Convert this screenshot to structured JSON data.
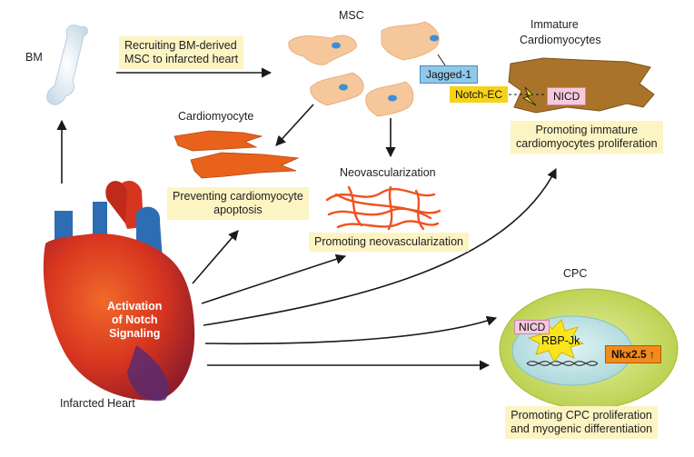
{
  "labels": {
    "bm": "BM",
    "msc": "MSC",
    "immature_line1": "Immature",
    "immature_line2": "Cardiomyocytes",
    "cardiomyocyte": "Cardiomyocyte",
    "neovascularization": "Neovascularization",
    "cpc": "CPC",
    "infarcted_heart": "Infarcted Heart"
  },
  "boxes": {
    "recruit_line1": "Recruiting BM-derived",
    "recruit_line2": "MSC to infarcted heart",
    "immature_line1": "Promoting immature",
    "immature_line2": "cardiomyocytes proliferation",
    "apoptosis_line1": "Preventing cardiomyocyte",
    "apoptosis_line2": "apoptosis",
    "neovasc": "Promoting neovascularization",
    "cpc_line1": "Promoting CPC proliferation",
    "cpc_line2": "and myogenic differentiation"
  },
  "tags": {
    "jagged": "Jagged-1",
    "notch_ec": "Notch-EC",
    "nicd": "NICD",
    "nicd_cpc": "NICD",
    "rbp": "RBP-Jk",
    "nkx": "Nkx2.5 ↑"
  },
  "heart": {
    "line1": "Activation",
    "line2": "of Notch",
    "line3": "Signaling"
  },
  "colors": {
    "box_bg": "#fdf4c4",
    "msc_cell": "#f6c79a",
    "cardiomyocyte": "#e8621c",
    "immature": "#a9742a",
    "vessel": "#f0521f",
    "cpc_outer": "#cfe07a",
    "cpc_nucleus": "#bfe4e6",
    "heart_red": "#d8351f",
    "heart_blue": "#2d6db4"
  }
}
